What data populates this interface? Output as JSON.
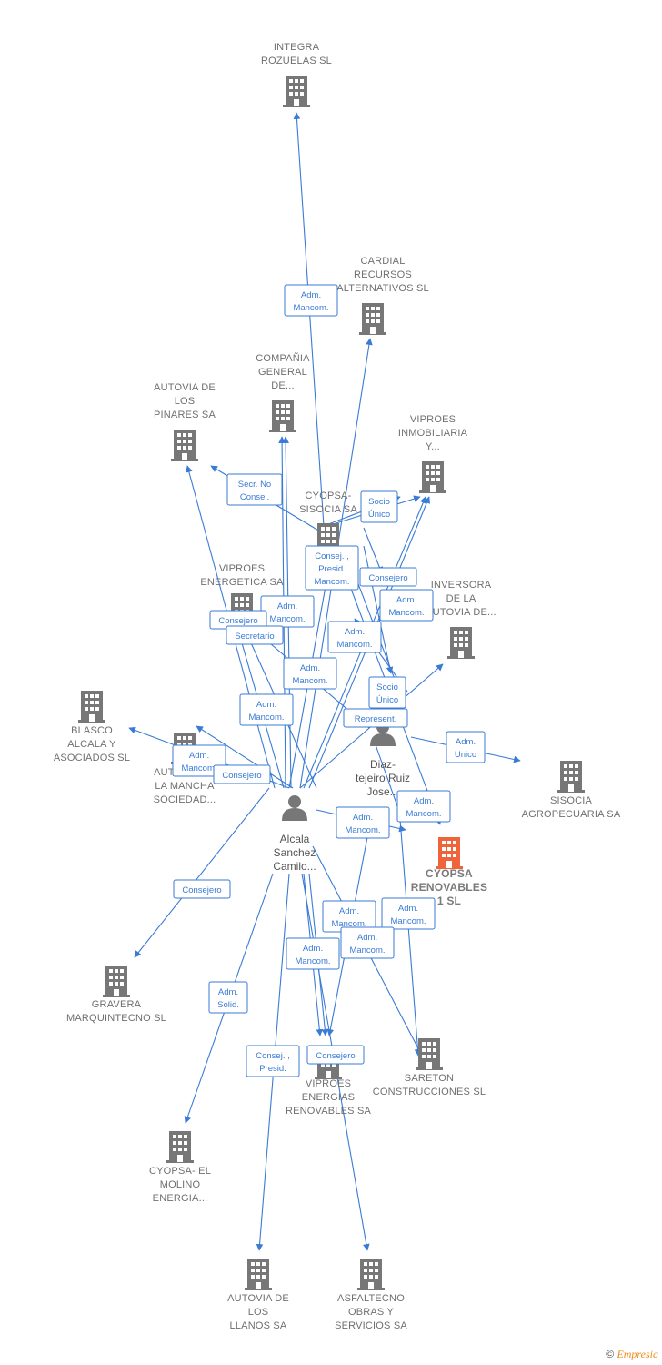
{
  "colors": {
    "edge": "#3a7bd5",
    "building": "#777777",
    "main_building": "#f0643c",
    "person": "#777777"
  },
  "companies": [
    {
      "id": "integra",
      "lines": [
        "INTEGRA",
        "ROZUELAS  SL"
      ]
    },
    {
      "id": "cardial",
      "lines": [
        "CARDIAL",
        "RECURSOS",
        "ALTERNATIVOS SL"
      ]
    },
    {
      "id": "compania",
      "lines": [
        "COMPAÑIA",
        "GENERAL",
        "DE..."
      ]
    },
    {
      "id": "autovia-pinares",
      "lines": [
        "AUTOVIA DE",
        "LOS",
        "PINARES SA"
      ]
    },
    {
      "id": "viproes-inmob",
      "lines": [
        "VIPROES",
        "INMOBILIARIA",
        "Y..."
      ]
    },
    {
      "id": "cyopsa-sisocia",
      "lines": [
        "CYOPSA-",
        "SISOCIA SA"
      ]
    },
    {
      "id": "viproes-energetica",
      "lines": [
        "VIPROES",
        "ENERGETICA SA"
      ]
    },
    {
      "id": "inversora",
      "lines": [
        "INVERSORA",
        "DE LA",
        "AUTOVIA DE..."
      ]
    },
    {
      "id": "blasco",
      "lines": [
        "BLASCO",
        "ALCALA Y",
        "ASOCIADOS SL"
      ]
    },
    {
      "id": "autovia-mancha",
      "lines": [
        "AUTOVIA DE",
        "LA MANCHA",
        "SOCIEDAD..."
      ]
    },
    {
      "id": "sisocia-agro",
      "lines": [
        "SISOCIA",
        "AGROPECUARIA SA"
      ]
    },
    {
      "id": "cyopsa-renovables",
      "lines": [
        "CYOPSA",
        "RENOVABLES",
        "1  SL"
      ],
      "main": true
    },
    {
      "id": "gravera",
      "lines": [
        "GRAVERA",
        "MARQUINTECNO SL"
      ]
    },
    {
      "id": "viproes-energias",
      "lines": [
        "VIPROES",
        "ENERGIAS",
        "RENOVABLES SA"
      ]
    },
    {
      "id": "sareton",
      "lines": [
        "SARETON",
        "CONSTRUCCIONES SL"
      ]
    },
    {
      "id": "cyopsa-molino",
      "lines": [
        "CYOPSA- EL",
        "MOLINO",
        "ENERGIA..."
      ]
    },
    {
      "id": "autovia-llanos",
      "lines": [
        "AUTOVIA DE",
        "LOS",
        "LLANOS SA"
      ]
    },
    {
      "id": "asfaltecno",
      "lines": [
        "ASFALTECNO",
        "OBRAS Y",
        "SERVICIOS SA"
      ]
    }
  ],
  "persons": [
    {
      "id": "alcala",
      "lines": [
        "Alcala",
        "Sanchez",
        "Camilo..."
      ]
    },
    {
      "id": "diaz",
      "lines": [
        "Diaz-",
        "tejeiro Ruiz",
        "Jose..."
      ]
    }
  ],
  "relations": [
    {
      "id": "r1",
      "lines": [
        "Adm.",
        "Mancom."
      ]
    },
    {
      "id": "r2",
      "lines": [
        "Secr.  No",
        "Consej."
      ]
    },
    {
      "id": "r3",
      "lines": [
        "Socio",
        "Único"
      ]
    },
    {
      "id": "r4",
      "lines": [
        "Consej. ,",
        "Presid.",
        "Mancom."
      ]
    },
    {
      "id": "r5",
      "lines": [
        "Consejero"
      ]
    },
    {
      "id": "r6",
      "lines": [
        "Adm.",
        "Mancom."
      ]
    },
    {
      "id": "r7",
      "lines": [
        "Adm.",
        "Mancom."
      ]
    },
    {
      "id": "r8",
      "lines": [
        "Consejero"
      ]
    },
    {
      "id": "r9",
      "lines": [
        "Secretario"
      ]
    },
    {
      "id": "r10",
      "lines": [
        "Adm.",
        "Mancom."
      ]
    },
    {
      "id": "r11",
      "lines": [
        "Adm.",
        "Mancom."
      ]
    },
    {
      "id": "r12",
      "lines": [
        "Adm.",
        "Mancom."
      ]
    },
    {
      "id": "r13",
      "lines": [
        "Socio",
        "Único"
      ]
    },
    {
      "id": "r14",
      "lines": [
        "Represent."
      ]
    },
    {
      "id": "r15",
      "lines": [
        "Adm.",
        "Unico"
      ]
    },
    {
      "id": "r16",
      "lines": [
        "Adm.",
        "Mancom."
      ]
    },
    {
      "id": "r17",
      "lines": [
        "Consejero"
      ]
    },
    {
      "id": "r18",
      "lines": [
        "Adm.",
        "Mancom."
      ]
    },
    {
      "id": "r19",
      "lines": [
        "Adm.",
        "Mancom."
      ]
    },
    {
      "id": "r20",
      "lines": [
        "Consejero"
      ]
    },
    {
      "id": "r21",
      "lines": [
        "Adm.",
        "Mancom."
      ]
    },
    {
      "id": "r22",
      "lines": [
        "Adm.",
        "Mancom."
      ]
    },
    {
      "id": "r23",
      "lines": [
        "Adm.",
        "Mancom."
      ]
    },
    {
      "id": "r24",
      "lines": [
        "Adm.",
        "Mancom."
      ]
    },
    {
      "id": "r25",
      "lines": [
        "Adm.",
        "Solid."
      ]
    },
    {
      "id": "r26",
      "lines": [
        "Consej. ,",
        "Presid."
      ]
    },
    {
      "id": "r27",
      "lines": [
        "Consejero"
      ]
    }
  ],
  "footer": {
    "copyright": "©",
    "brand": "Empresia"
  }
}
